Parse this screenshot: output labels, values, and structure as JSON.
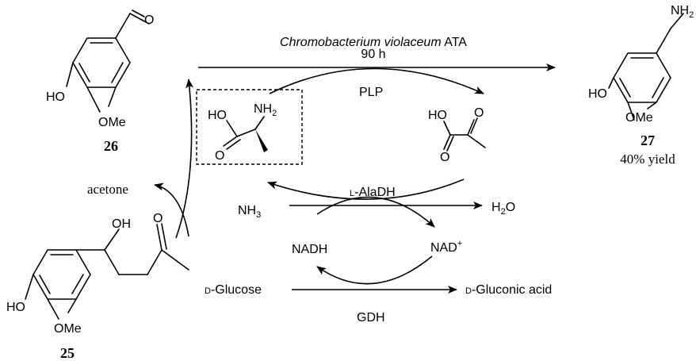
{
  "colors": {
    "ink": "#000000",
    "background": "#ffffff"
  },
  "compounds": {
    "c26": {
      "label": "26",
      "oh": "HO",
      "ome": "OMe"
    },
    "c27": {
      "label": "27",
      "yield": "40% yield",
      "oh": "HO",
      "ome": "OMe",
      "nh": "NH",
      "nh_sub": "2"
    },
    "c25": {
      "label": "25",
      "oh_top": "OH",
      "oh": "HO",
      "ome": "OMe",
      "ketone_o": "O"
    },
    "alanine": {
      "ho": "HO",
      "o": "O",
      "nh": "NH",
      "nh_sub": "2"
    },
    "pyruvate": {
      "ho": "HO",
      "o1": "O",
      "o2": "O"
    }
  },
  "labels": {
    "enzyme_main": "Chromobacterium violaceum",
    "enzyme_main_suffix": " ATA",
    "time": "90 h",
    "plp": "PLP",
    "aladh_prefix": "L",
    "aladh": "-AlaDH",
    "nh": "NH",
    "nh_sub": "3",
    "h2o_h": "H",
    "h2o_sub": "2",
    "h2o_o": "O",
    "nadh": "NADH",
    "nad": "NAD",
    "nad_sup": "+",
    "glucose_prefix": "D",
    "glucose": "-Glucose",
    "gluconic_prefix": "D",
    "gluconic": "-Gluconic acid",
    "gdh": "GDH",
    "acetone": "acetone"
  }
}
